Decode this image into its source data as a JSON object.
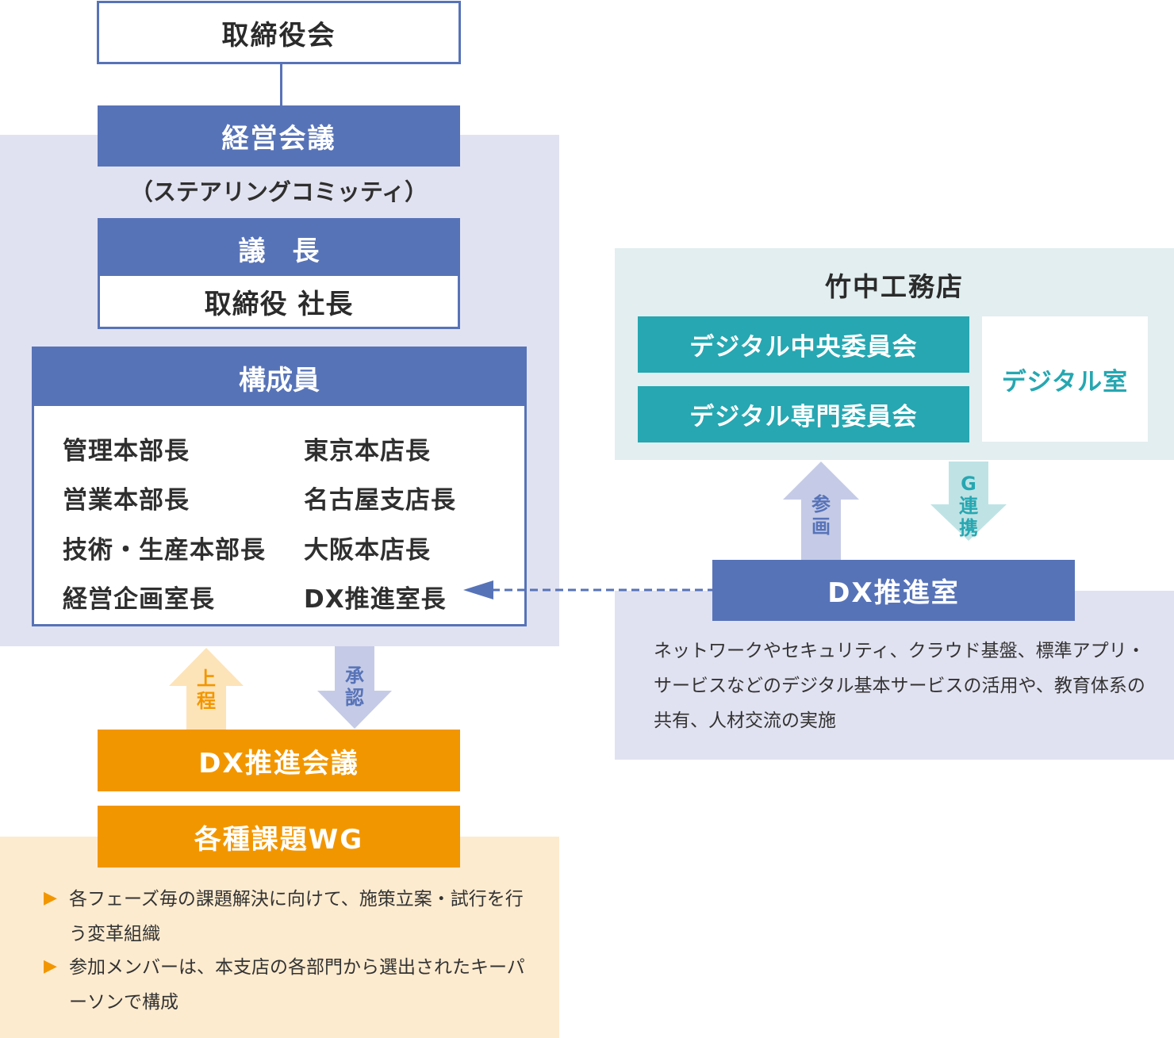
{
  "board": {
    "title": "取締役会"
  },
  "management_council": {
    "title": "経営会議",
    "subtitle": "（ステアリングコミッティ）",
    "chair_header": "議　長",
    "chair": "取締役 社長",
    "members_header": "構成員",
    "members_left": [
      "管理本部長",
      "営業本部長",
      "技術・生産本部長",
      "経営企画室長"
    ],
    "members_right": [
      "東京本店長",
      "名古屋支店長",
      "大阪本店長",
      "DX推進室長"
    ]
  },
  "flow_labels": {
    "report_up": "上程",
    "approve_down": "承認",
    "participate": "参画",
    "g_link": "G連携"
  },
  "dx_council": {
    "title": "DX推進会議",
    "wg_title": "各種課題WG",
    "bullets": [
      "各フェーズ毎の課題解決に向けて、施策立案・試行を行う変革組織",
      "参加メンバーは、本支店の各部門から選出されたキーパーソンで構成"
    ]
  },
  "takenaka": {
    "title": "竹中工務店",
    "committee1": "デジタル中央委員会",
    "committee2": "デジタル専門委員会",
    "digital_office": "デジタル室"
  },
  "dx_office": {
    "title": "DX推進室",
    "description": "ネットワークやセキュリティ、クラウド基盤、標準アプリ・サービスなどのデジタル基本サービスの活用や、教育体系の共有、人材交流の実施"
  },
  "colors": {
    "primary_blue": "#5773b8",
    "teal": "#26a7b1",
    "orange": "#f29600",
    "lavender_bg": "#e1e2f1",
    "mint_bg": "#e2eeef",
    "cream_bg": "#fdebcf"
  }
}
